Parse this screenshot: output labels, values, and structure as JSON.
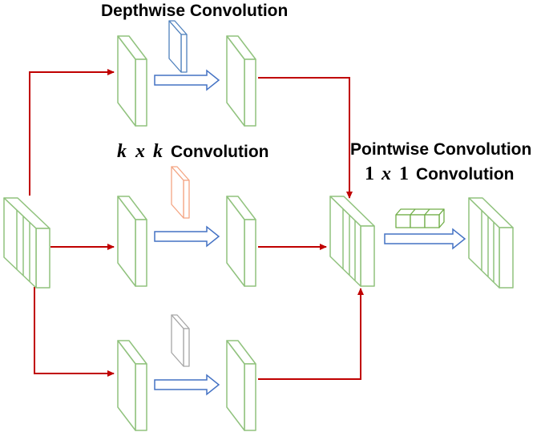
{
  "diagram": {
    "labels": {
      "depthwise": "Depthwise Convolution",
      "kxk_k1": "k",
      "kxk_x": "x",
      "kxk_k2": "k",
      "kxk_text": "Convolution",
      "pointwise": "Pointwise Convolution",
      "one_x_one_1": "1",
      "one_x_one_x": "x",
      "one_x_one_2": "1",
      "one_x_one_text": "Convolution"
    },
    "colors": {
      "feature_map": "#90c27d",
      "connector": "#c00000",
      "block_arrow": "#4472c4",
      "depthwise_kernel": "#4f81bd",
      "kxk_kernel": "#f4a582",
      "third_kernel": "#a6a6a6",
      "pointwise_kernel": "#70ad47"
    }
  }
}
